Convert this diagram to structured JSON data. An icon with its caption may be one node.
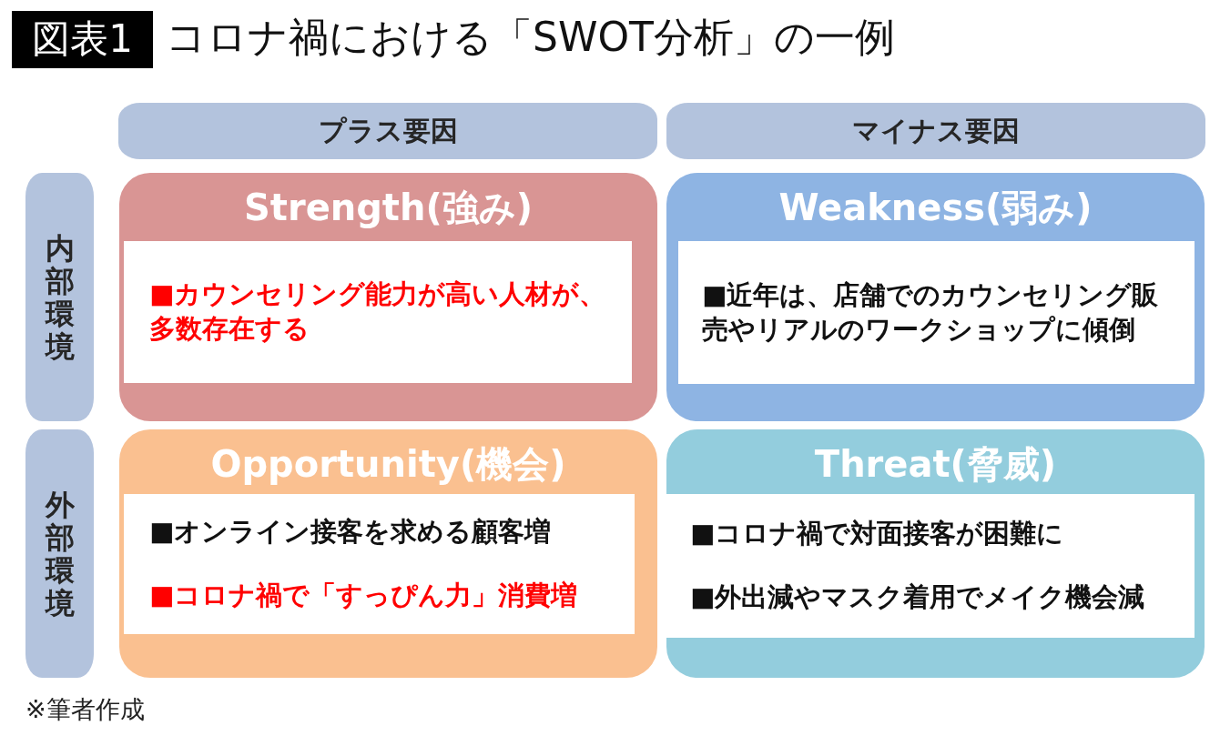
{
  "diagram": {
    "title": "コロナ禍における「SWOT分析」の一例",
    "nodes": [
      {
        "text": [
          "図表1"
        ]
      },
      {
        "text": [
          "プラス要因"
        ]
      },
      {
        "text": [
          "マイナス要因"
        ]
      },
      {
        "text": [
          "内部環境"
        ]
      },
      {
        "text": [
          "Strength(強み)"
        ]
      },
      {
        "text": [
          "■カウンセリング能力が高い人材が、多数存在する"
        ],
        "in": 4
      },
      {
        "text": [
          "Weakness(弱み)"
        ]
      },
      {
        "text": [
          "■近年は、店舗でのカウンセリング販売やリアルのワークショップに傾倒"
        ],
        "in": 6
      },
      {
        "text": [
          "外部環境"
        ]
      },
      {
        "text": [
          "Opportunity(機会)"
        ]
      },
      {
        "text": [
          "■オンライン接客を求める顧客増",
          "■コロナ禍で「すっぴん力」消費増"
        ],
        "in": 9
      },
      {
        "text": [
          "Threat(脅威)"
        ]
      },
      {
        "text": [
          "■コロナ禍で対面接客が困難に",
          "■外出減やマスク着用でメイク機会減"
        ],
        "in": 11
      }
    ],
    "caption": "※筆者作成"
  }
}
